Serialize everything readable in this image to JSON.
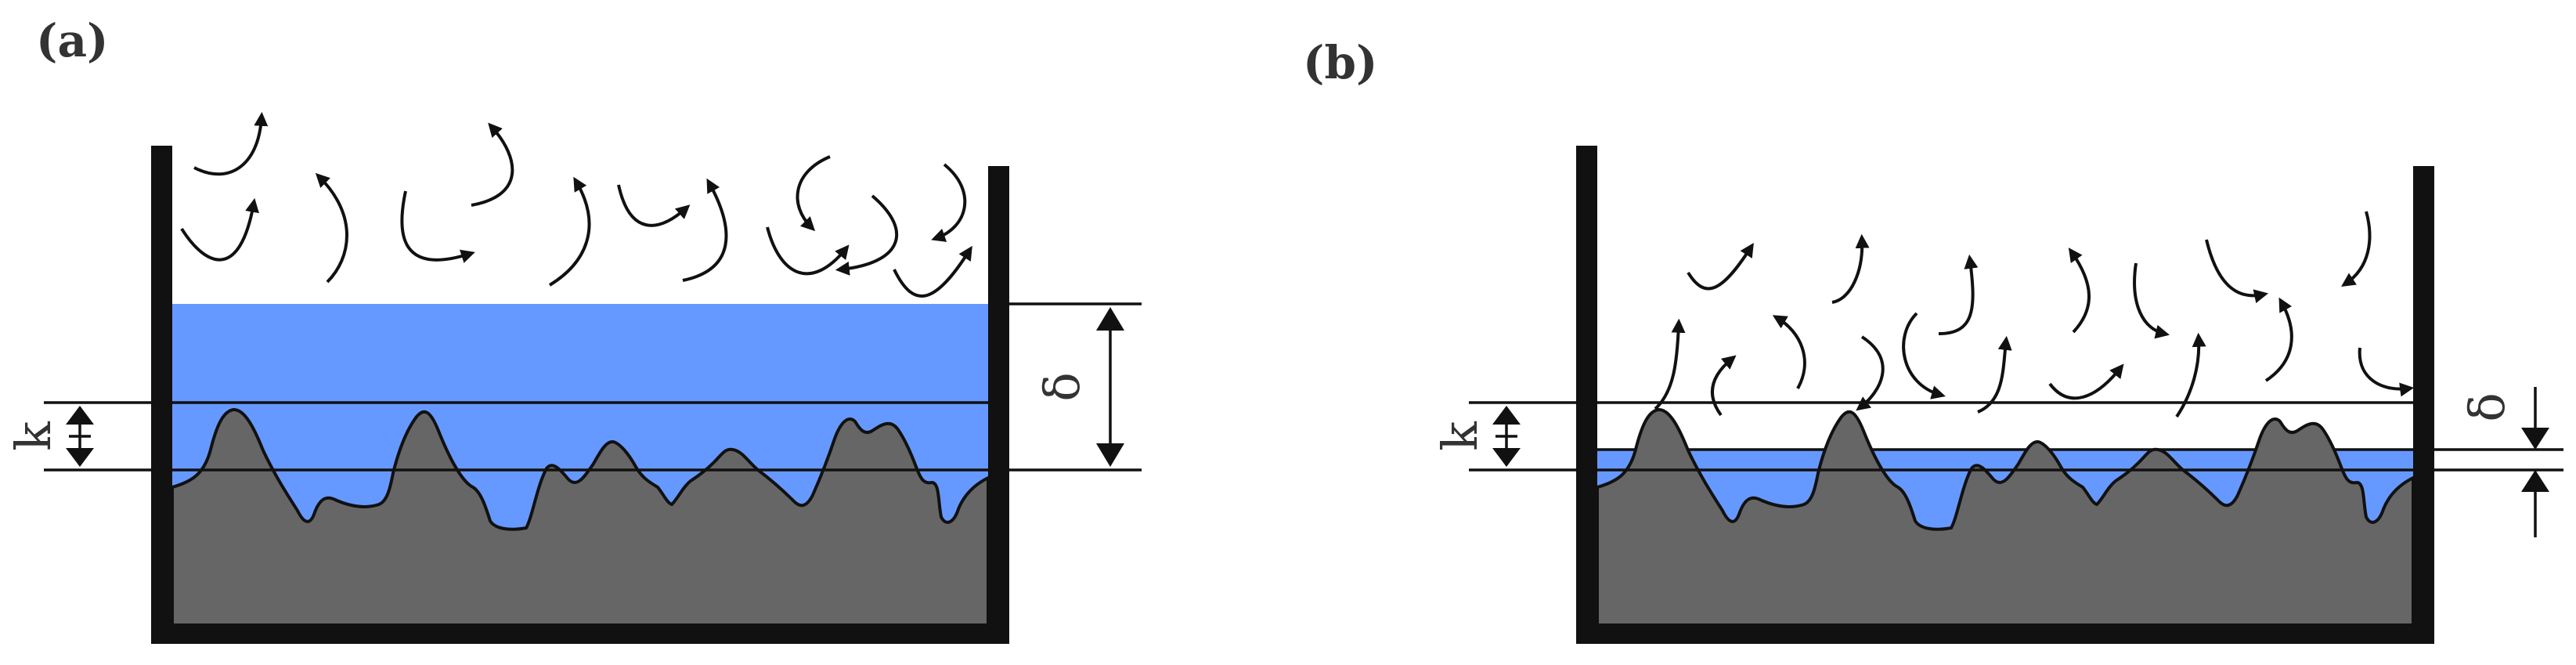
{
  "figure": {
    "panel_a_label": "(a)",
    "panel_b_label": "(b)",
    "roughness_symbol": "k",
    "film_thickness_symbol": "δ"
  },
  "colors": {
    "wall": "#111111",
    "solid": "#666666",
    "liquid": "#6699ff",
    "outline": "#111111"
  },
  "icons": {
    "vapor": "curved-arrow-icon",
    "dimension": "double-arrow-icon"
  }
}
